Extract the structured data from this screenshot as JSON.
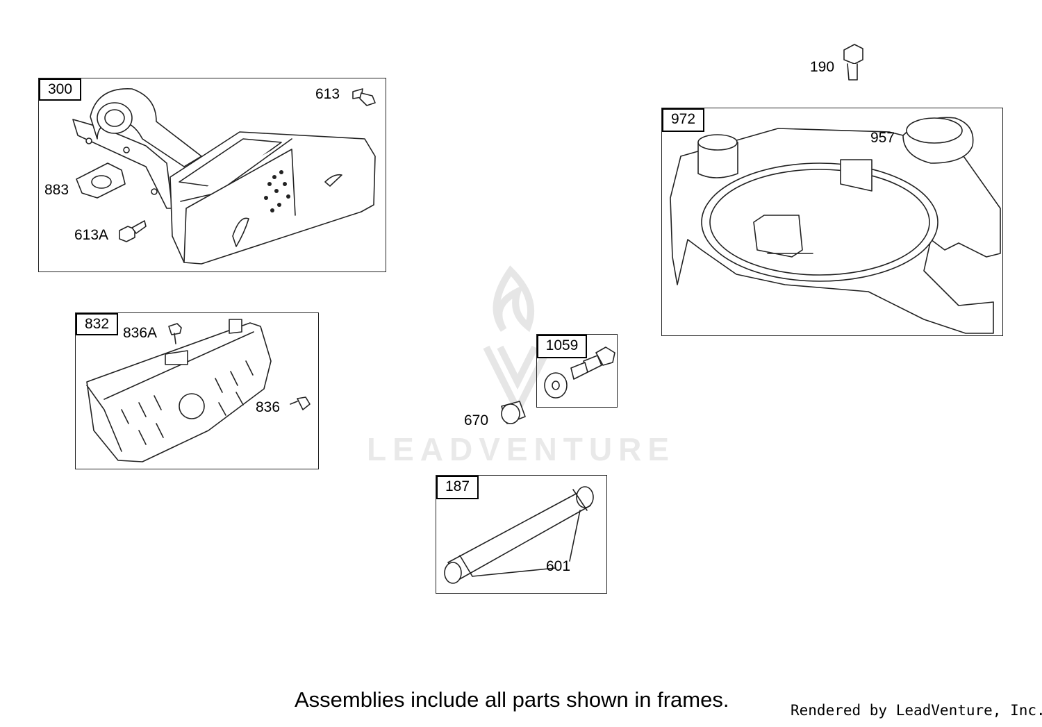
{
  "frames": [
    {
      "id": "300",
      "label": "300"
    },
    {
      "id": "832",
      "label": "832"
    },
    {
      "id": "972",
      "label": "972"
    },
    {
      "id": "1059",
      "label": "1059"
    },
    {
      "id": "187",
      "label": "187"
    }
  ],
  "callouts": {
    "c613": "613",
    "c883": "883",
    "c613A": "613A",
    "c836A": "836A",
    "c836": "836",
    "c190": "190",
    "c957": "957",
    "c670": "670",
    "c601": "601"
  },
  "watermark": {
    "text": "LEADVENTURE"
  },
  "footer": {
    "note": "Assemblies include all parts shown in frames.",
    "rendered_by": "Rendered by LeadVenture, Inc."
  },
  "colors": {
    "line": "#222222",
    "watermark": "#e9e9e9"
  }
}
